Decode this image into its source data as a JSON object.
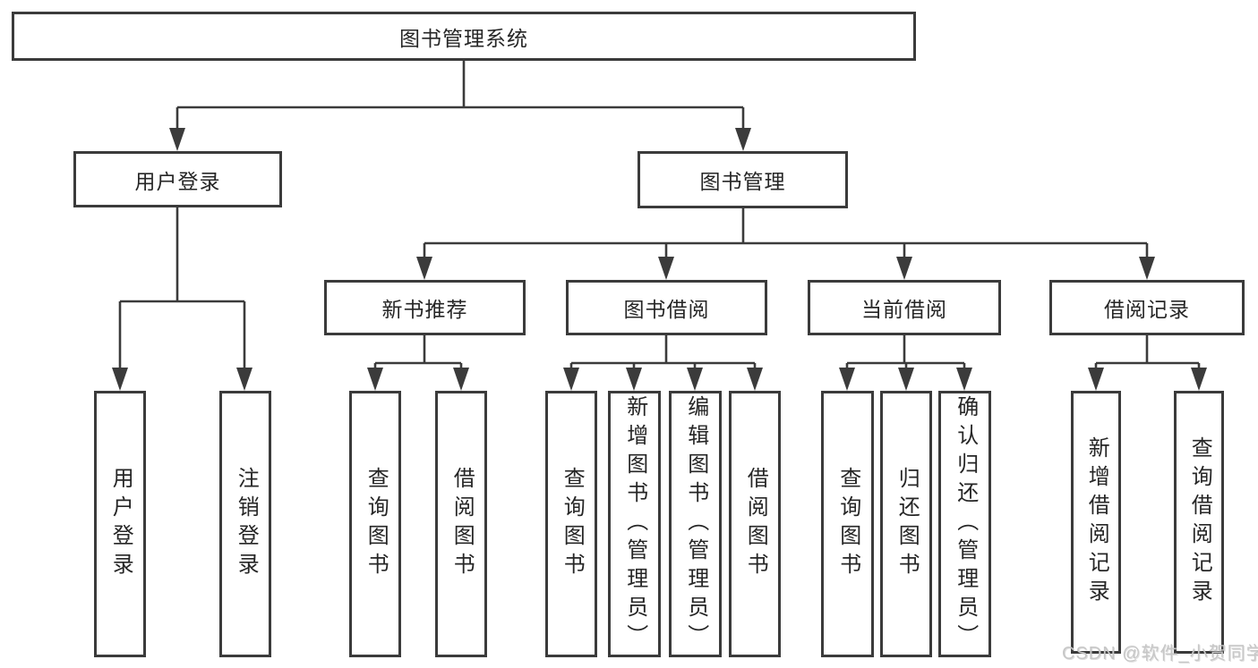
{
  "diagram": {
    "root": {
      "label": "图书管理系统"
    },
    "level2": [
      {
        "label": "用户登录"
      },
      {
        "label": "图书管理"
      }
    ],
    "level3": [
      {
        "label": "新书推荐"
      },
      {
        "label": "图书借阅"
      },
      {
        "label": "当前借阅"
      },
      {
        "label": "借阅记录"
      }
    ],
    "leaves": {
      "user_login": [
        "用户登录",
        "注销登录"
      ],
      "new_book": [
        "查询图书",
        "借阅图书"
      ],
      "borrow": [
        "查询图书",
        "新增图书（管理员）",
        "编辑图书（管理员）",
        "借阅图书"
      ],
      "current": [
        "查询图书",
        "归还图书",
        "确认归还（管理员）"
      ],
      "records": [
        "新增借阅记录",
        "查询借阅记录"
      ]
    }
  },
  "watermark": "CSDN @软件_小贺同学",
  "colors": {
    "line": "#3b3b3b",
    "text": "#262626",
    "watermark": "#c7c7c7",
    "background": "#ffffff"
  }
}
